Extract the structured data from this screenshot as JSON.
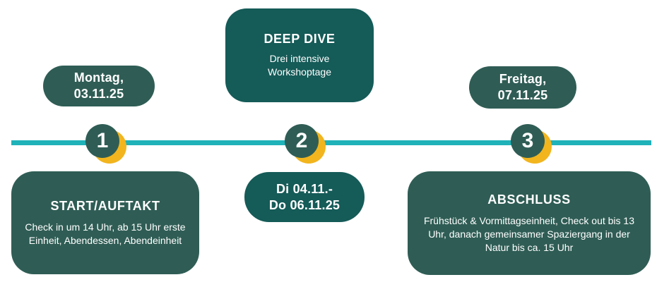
{
  "colors": {
    "timeline": "#20b2b9",
    "box": "#2f5d55",
    "box_dark": "#155b58",
    "accent": "#f2b51e",
    "text": "#ffffff"
  },
  "dates": {
    "start": "Montag,\n03.11.25",
    "middle": "Di 04.11.-\nDo 06.11.25",
    "end": "Freitag,\n07.11.25"
  },
  "markers": [
    "1",
    "2",
    "3"
  ],
  "phases": {
    "start": {
      "title": "START/AUFTAKT",
      "description": "Check in um 14 Uhr, ab 15 Uhr erste Einheit, Abendessen, Abendeinheit"
    },
    "deep_dive": {
      "title": "DEEP DIVE",
      "description": "Drei intensive Workshoptage"
    },
    "end": {
      "title": "ABSCHLUSS",
      "description": "Frühstück & Vormittagseinheit, Check out bis 13 Uhr, danach gemeinsamer Spaziergang in der Natur bis ca. 15 Uhr"
    }
  }
}
